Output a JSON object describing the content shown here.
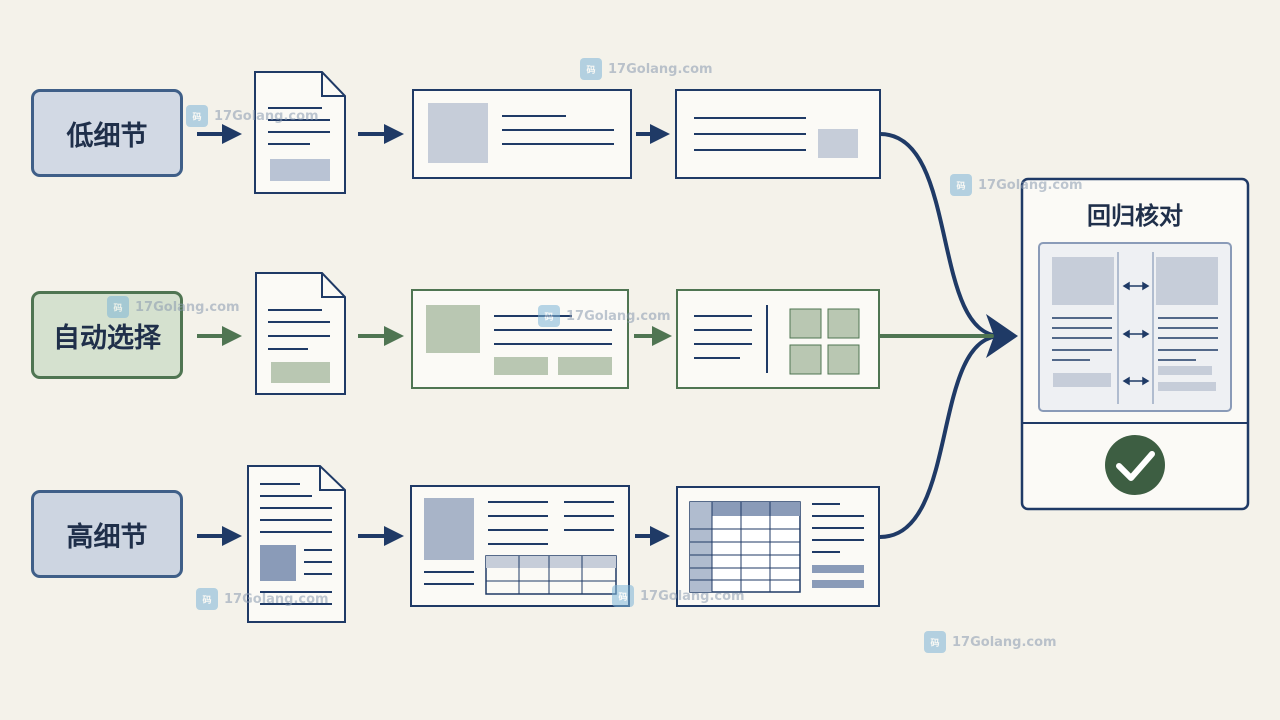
{
  "labels": {
    "low_detail": "低细节",
    "auto_select": "自动选择",
    "high_detail": "高细节",
    "regression_check": "回归核对"
  },
  "watermark": {
    "text": "17Golang.com",
    "badge": "码"
  },
  "icons": {
    "check": "check-circle-icon",
    "compare": "double-arrow-icon"
  },
  "colors": {
    "background": "#f4f2ea",
    "blue_stroke": "#1f3a66",
    "blue_fill": "#d2d9e4",
    "green_stroke": "#4f7552",
    "green_fill": "#d5e1cf",
    "check_green": "#3d5e42"
  }
}
